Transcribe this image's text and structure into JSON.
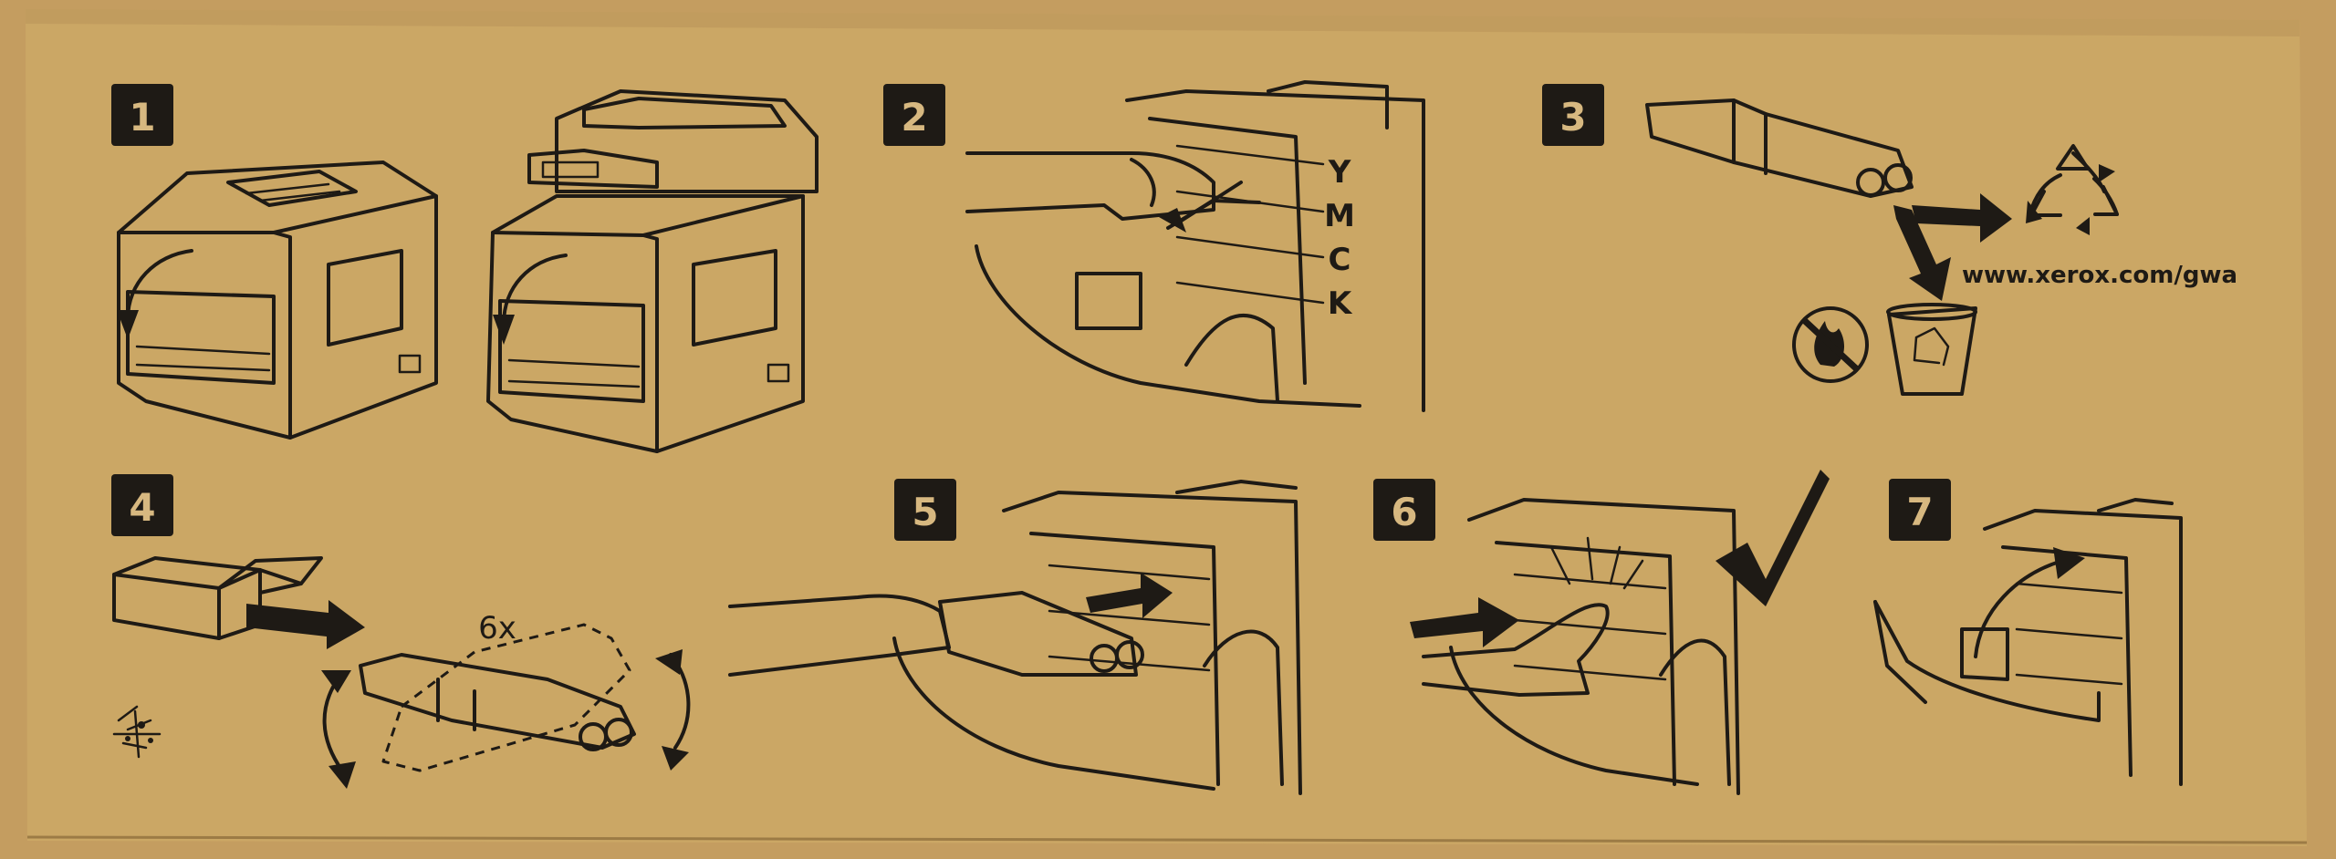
{
  "box": {
    "background": "#c7a064",
    "panel_color": "#cca866",
    "ink_color": "#1e1a15"
  },
  "steps": [
    {
      "number": "1",
      "icons": [
        "printer-open-door-icon",
        "mfp-open-door-icon"
      ]
    },
    {
      "number": "2",
      "icons": [
        "remove-cartridge-hand-icon"
      ]
    },
    {
      "number": "3",
      "icons": [
        "used-cartridge-icon",
        "recycle-icon",
        "no-burn-icon",
        "recycle-bin-icon"
      ]
    },
    {
      "number": "4",
      "icons": [
        "unpack-cartridge-icon",
        "shake-cartridge-icon"
      ]
    },
    {
      "number": "5",
      "icons": [
        "insert-cartridge-hand-icon"
      ]
    },
    {
      "number": "6",
      "icons": [
        "push-cartridge-hand-icon",
        "checkmark-icon"
      ]
    },
    {
      "number": "7",
      "icons": [
        "close-door-icon"
      ]
    }
  ],
  "color_labels": [
    "Y",
    "M",
    "C",
    "K"
  ],
  "recycle_url": "www.xerox.com/gwa",
  "shake_count": "6x"
}
